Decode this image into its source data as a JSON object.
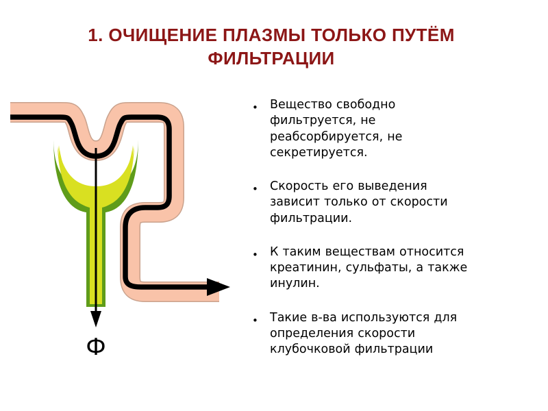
{
  "slide": {
    "title": "1. ОЧИЩЕНИЕ ПЛАЗМЫ ТОЛЬКО ПУТЁМ\nФИЛЬТРАЦИИ",
    "title_color": "#8c1616",
    "background_color": "#ffffff"
  },
  "bullets": [
    {
      "marker": "•",
      "text": "Вещество свободно\nфильтруется,                     не\nреабсорбируется,              не\nсекретируется."
    },
    {
      "marker": "•",
      "text": "Скорость его выведения\nзависит только от скорости\nфильтрации."
    },
    {
      "marker": "•",
      "text": "К таким веществам относится\nкреатинин, сульфаты, а также\nинулин."
    },
    {
      "marker": "•",
      "text": "Такие в-ва используются    для\nопределения скорости\nклубочковой фильтрации"
    }
  ],
  "diagram": {
    "name": "nephron-filtration-diagram",
    "label_filtration": "Ф",
    "colors": {
      "vessel_fill": "#f9c3a9",
      "vessel_outline": "#000000",
      "vessel_edge": "#caa18c",
      "capsule_fill": "#d9e021",
      "capsule_outline": "#5f9c1a",
      "lumen_line": "#000000",
      "arrow": "#000000"
    },
    "parts": [
      "afferent-vessel",
      "glomerular-loop",
      "bowman-capsule",
      "proximal-tubule",
      "efferent-vessel",
      "filtration-arrow",
      "outflow-arrow"
    ]
  }
}
